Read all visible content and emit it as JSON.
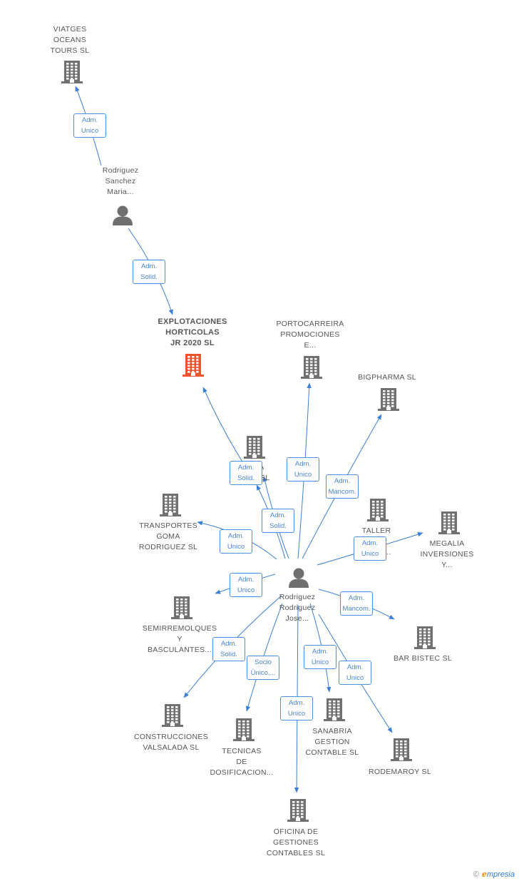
{
  "colors": {
    "edge": "#3a7fd5",
    "building": "#707070",
    "main_building": "#f0522b",
    "person": "#6f6f6f"
  },
  "nodes": [
    {
      "id": "viatges",
      "type": "company",
      "label": "VIATGES\nOCEANS\nTOURS SL",
      "icon": "building-icon"
    },
    {
      "id": "rsanchez",
      "type": "person",
      "label": "Rodriguez\nSanchez\nMaria...",
      "icon": "person-icon"
    },
    {
      "id": "explotaciones",
      "type": "company",
      "main": true,
      "label": "EXPLOTACIONES\nHORTICOLAS\nJR 2020  SL",
      "icon": "building-icon"
    },
    {
      "id": "portocarreira",
      "type": "company",
      "label": "PORTOCARREIRA\nPROMOCIONES\nE...",
      "icon": "building-icon"
    },
    {
      "id": "bigpharma",
      "type": "company",
      "label": "BIGPHARMA  SL",
      "icon": "building-icon"
    },
    {
      "id": "hidden",
      "type": "company",
      "label": "...CA\nC...A SL",
      "icon": "building-icon"
    },
    {
      "id": "transportes",
      "type": "company",
      "label": "TRANSPORTES\nGOMA\nRODRIGUEZ SL",
      "icon": "building-icon"
    },
    {
      "id": "taller",
      "type": "company",
      "label": "TALLER\n...OS\nR...EZ...",
      "icon": "building-icon"
    },
    {
      "id": "megalia",
      "type": "company",
      "label": "MEGALIA\nINVERSIONES\nY...",
      "icon": "building-icon"
    },
    {
      "id": "rrodriguez",
      "type": "person",
      "label": "Rodriguez\nRodriguez\nJose...",
      "icon": "person-icon"
    },
    {
      "id": "semirremolques",
      "type": "company",
      "label": "SEMIRREMOLQUES\nY\nBASCULANTES...",
      "icon": "building-icon"
    },
    {
      "id": "barbistec",
      "type": "company",
      "label": "BAR BISTEC  SL",
      "icon": "building-icon"
    },
    {
      "id": "construcciones",
      "type": "company",
      "label": "CONSTRUCCIONES\nVALSALADA SL",
      "icon": "building-icon"
    },
    {
      "id": "tecnicas",
      "type": "company",
      "label": "TECNICAS\nDE\nDOSIFICACION...",
      "icon": "building-icon"
    },
    {
      "id": "sanabria",
      "type": "company",
      "label": "SANABRIA\nGESTION\nCONTABLE  SL",
      "icon": "building-icon"
    },
    {
      "id": "rodemaroy",
      "type": "company",
      "label": "RODEMAROY SL",
      "icon": "building-icon"
    },
    {
      "id": "oficina",
      "type": "company",
      "label": "OFICINA DE\nGESTIONES\nCONTABLES SL",
      "icon": "building-icon"
    }
  ],
  "edges": [
    {
      "from": "rsanchez",
      "to": "viatges",
      "label": "Adm.\nUnico"
    },
    {
      "from": "rsanchez",
      "to": "explotaciones",
      "label": "Adm.\nSolid."
    },
    {
      "from": "rrodriguez",
      "to": "explotaciones",
      "label": "Adm.\nSolid."
    },
    {
      "from": "rrodriguez",
      "to": "portocarreira",
      "label": "Adm.\nUnico"
    },
    {
      "from": "rrodriguez",
      "to": "bigpharma",
      "label": "Adm.\nMancom."
    },
    {
      "from": "rrodriguez",
      "to": "hidden",
      "label": "Adm.\nSolid."
    },
    {
      "from": "rrodriguez",
      "to": "transportes",
      "label": "Adm.\nUnico"
    },
    {
      "from": "rrodriguez",
      "to": "taller",
      "label": "Adm.\nSolid."
    },
    {
      "from": "rrodriguez",
      "to": "megalia",
      "label": "Adm.\nUnico"
    },
    {
      "from": "rrodriguez",
      "to": "semirremolques",
      "label": "Adm.\nUnico"
    },
    {
      "from": "rrodriguez",
      "to": "barbistec",
      "label": "Adm.\nMancom."
    },
    {
      "from": "rrodriguez",
      "to": "construcciones",
      "label": "Adm.\nSolid."
    },
    {
      "from": "rrodriguez",
      "to": "tecnicas",
      "label": "Socio\nÚnico,..."
    },
    {
      "from": "rrodriguez",
      "to": "sanabria",
      "label": "Adm.\nUnico"
    },
    {
      "from": "rrodriguez",
      "to": "rodemaroy",
      "label": "Adm.\nUnico"
    },
    {
      "from": "rrodriguez",
      "to": "oficina",
      "label": "Adm.\nUnico"
    }
  ],
  "footer": {
    "copyright": "©",
    "brand_initial": "e",
    "brand_rest": "mpresia"
  }
}
